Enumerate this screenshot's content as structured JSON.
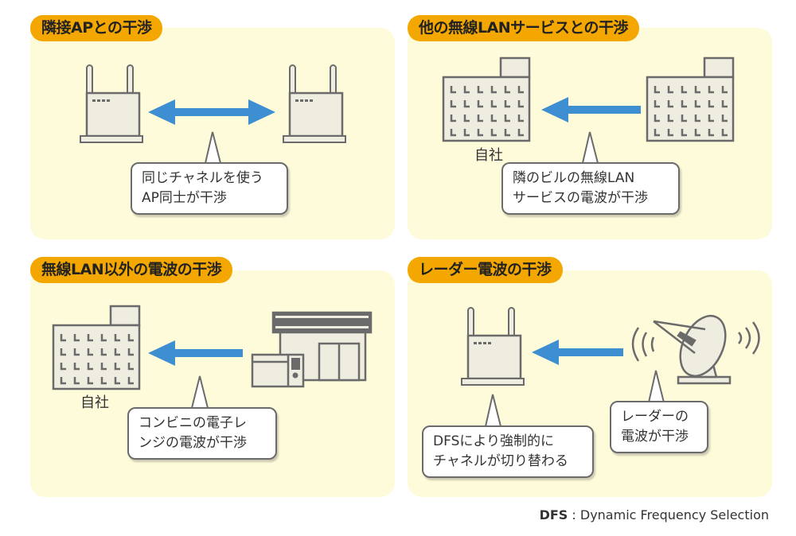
{
  "panels": [
    {
      "title": "隣接APとの干渉",
      "bubble": [
        "同じチャネルを使う",
        "AP同士が干渉"
      ]
    },
    {
      "title": "他の無線LANサービスとの干渉",
      "own_label": "自社",
      "bubble": [
        "隣のビルの無線LAN",
        "サービスの電波が干渉"
      ]
    },
    {
      "title": "無線LAN以外の電波の干渉",
      "own_label": "自社",
      "bubble": [
        "コンビニの電子レ",
        "ンジの電波が干渉"
      ]
    },
    {
      "title": "レーダー電波の干渉",
      "bubble_left": [
        "DFSにより強制的に",
        "チャネルが切り替わる"
      ],
      "bubble_right": [
        "レーダーの",
        "電波が干渉"
      ]
    }
  ],
  "footnote": {
    "abbr": "DFS",
    "separator": " : ",
    "text": "Dynamic Frequency Selection"
  },
  "colors": {
    "panel_bg": "#fefbdb",
    "tag_bg": "#f3a700",
    "arrow": "#3d8fd1",
    "icon_stroke": "#6b6b6b",
    "icon_fill": "#efede0"
  }
}
